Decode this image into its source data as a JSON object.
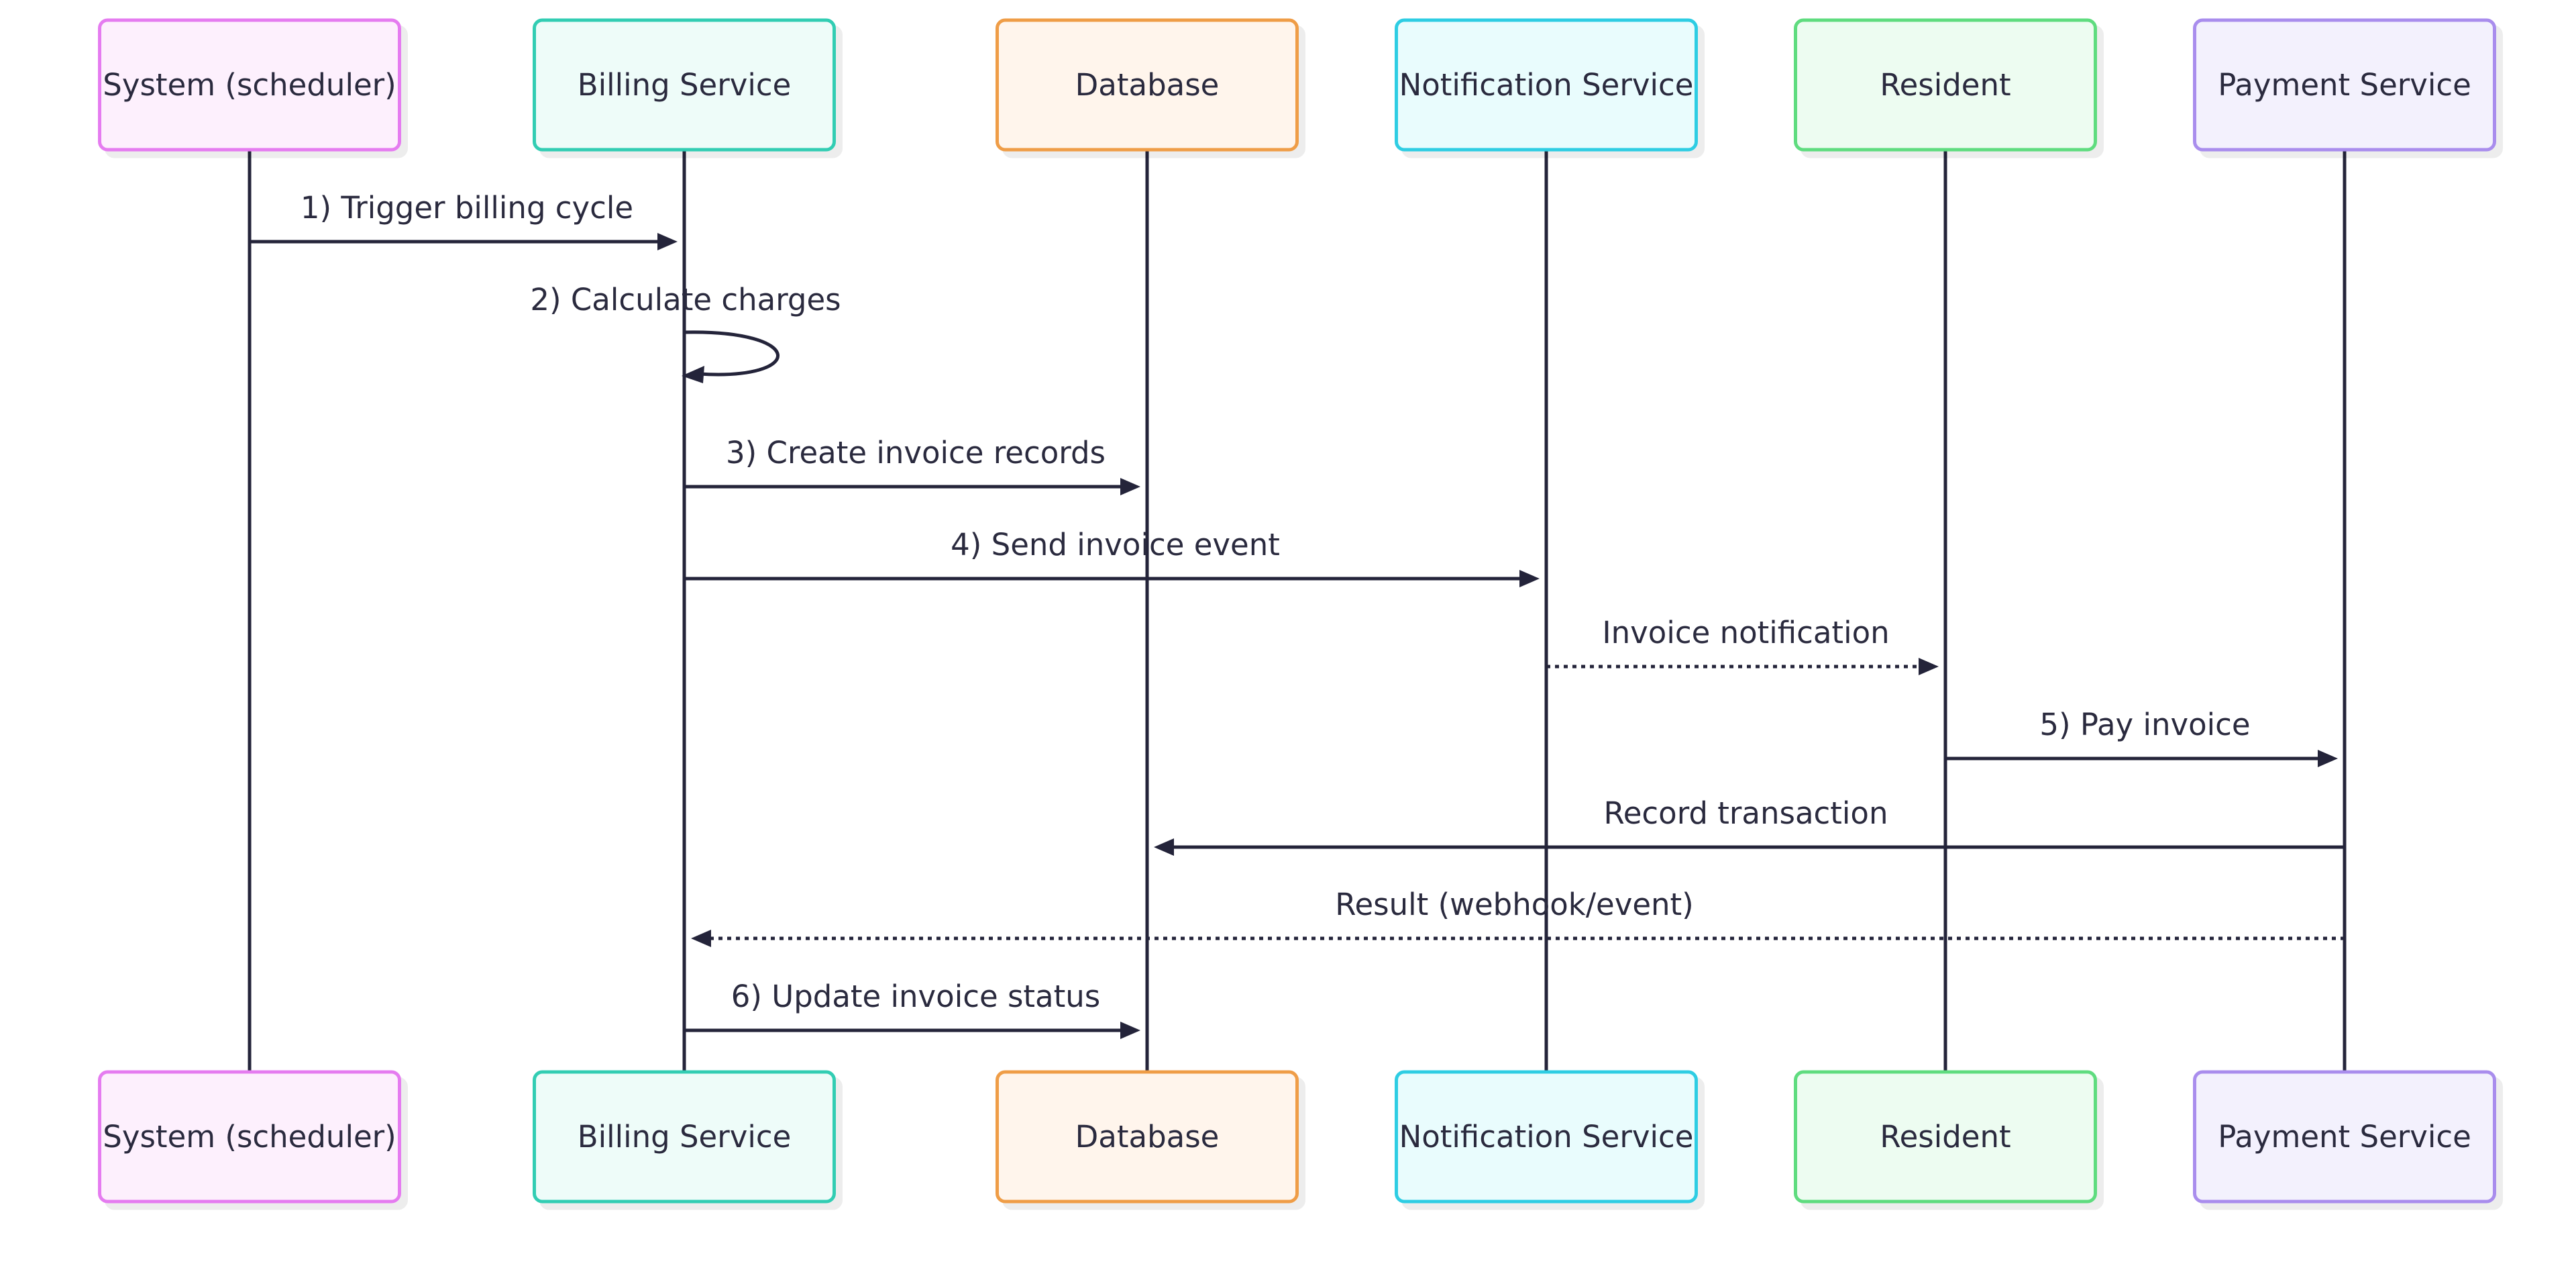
{
  "diagram": {
    "type": "sequence",
    "line_color": "#24243a",
    "participants": [
      {
        "id": "system",
        "label": "System (scheduler)",
        "border": "#e57bf0",
        "fill": "#fdf0fd"
      },
      {
        "id": "billing",
        "label": "Billing Service",
        "border": "#30cdb3",
        "fill": "#eefcf9"
      },
      {
        "id": "database",
        "label": "Database",
        "border": "#ef9d47",
        "fill": "#fff5ec"
      },
      {
        "id": "notification",
        "label": "Notification Service",
        "border": "#2dcde3",
        "fill": "#e9fcfd"
      },
      {
        "id": "resident",
        "label": "Resident",
        "border": "#5fdc7f",
        "fill": "#edfcf1"
      },
      {
        "id": "payment",
        "label": "Payment Service",
        "border": "#a98ded",
        "fill": "#f3f1fd"
      }
    ],
    "messages": [
      {
        "from": "system",
        "to": "billing",
        "label": "1) Trigger billing cycle",
        "style": "solid"
      },
      {
        "from": "billing",
        "to": "billing",
        "label": "2) Calculate charges",
        "style": "solid"
      },
      {
        "from": "billing",
        "to": "database",
        "label": "3) Create invoice records",
        "style": "solid"
      },
      {
        "from": "billing",
        "to": "notification",
        "label": "4) Send invoice event",
        "style": "solid"
      },
      {
        "from": "notification",
        "to": "resident",
        "label": "Invoice notification",
        "style": "dotted"
      },
      {
        "from": "resident",
        "to": "payment",
        "label": "5) Pay invoice",
        "style": "solid"
      },
      {
        "from": "payment",
        "to": "database",
        "label": "Record transaction",
        "style": "solid"
      },
      {
        "from": "payment",
        "to": "billing",
        "label": "Result (webhook/event)",
        "style": "dotted"
      },
      {
        "from": "billing",
        "to": "database",
        "label": "6) Update invoice status",
        "style": "solid"
      }
    ]
  }
}
